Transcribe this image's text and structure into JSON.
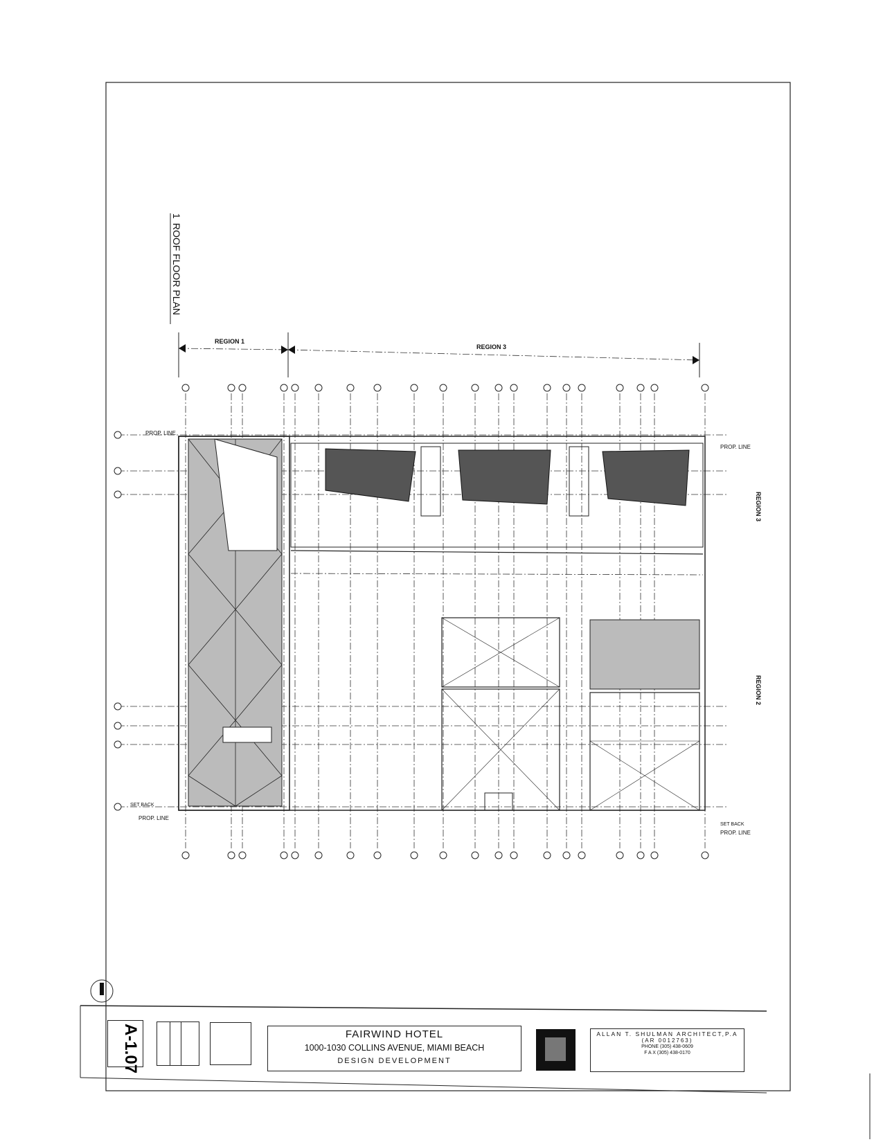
{
  "drawing": {
    "view_number": "1",
    "view_title": "ROOF FLOOR PLAN",
    "region_labels_top": [
      "REGION 1",
      "REGION 3"
    ],
    "region_labels_side": [
      "REGION 3",
      "REGION 2"
    ],
    "prop_line": "PROP. LINE",
    "set_back": "SET BACK"
  },
  "title_block": {
    "sheet_number": "A-1.07",
    "project_name": "FAIRWIND HOTEL",
    "project_address": "1000-1030 COLLINS AVENUE, MIAMI BEACH",
    "phase": "DESIGN DEVELOPMENT",
    "architect": {
      "name": "ALLAN T. SHULMAN ARCHITECT,P.A",
      "license": "(AR 0012763)",
      "phone": "PHONE (305) 438-0609",
      "fax": "F A X (305) 438-0170"
    }
  }
}
